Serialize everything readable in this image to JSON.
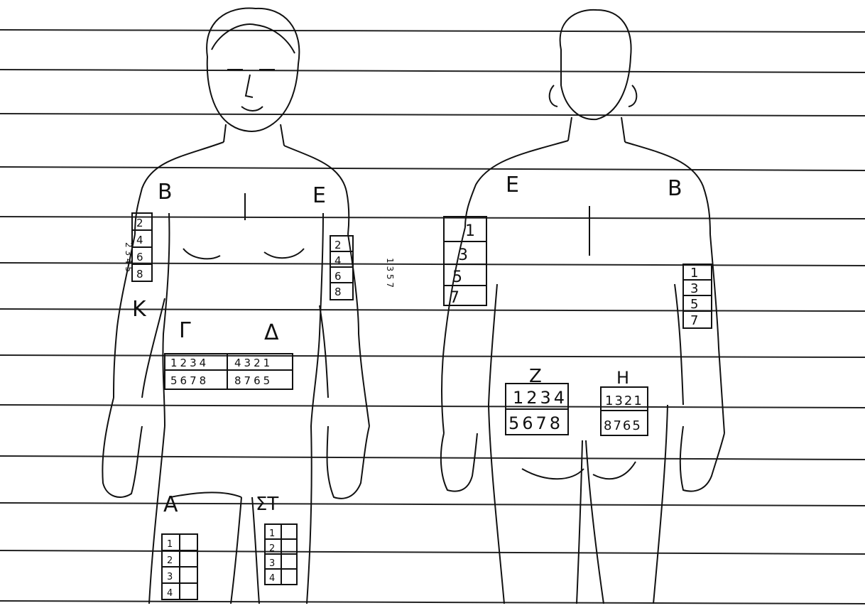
{
  "front": {
    "regions": {
      "right_shoulder": "B",
      "left_shoulder": "E",
      "abdomen_right": "Γ",
      "abdomen_left": "Δ",
      "right_thigh": "A",
      "left_thigh": "ΣΤ",
      "right_forearm": "K"
    },
    "right_arm_grid": {
      "cells": [
        "2",
        "4",
        "6",
        "8"
      ],
      "side_marks": "2 3 4 5"
    },
    "left_arm_grid": {
      "cells": [
        "2",
        "4",
        "6",
        "8"
      ],
      "side_marks": "1 3 5 7"
    },
    "abdomen_grid_right": {
      "top": "1234",
      "bottom": "5678"
    },
    "abdomen_grid_left": {
      "top": "4321",
      "bottom": "8765"
    },
    "thigh_grid_right": [
      "1",
      "2",
      "3",
      "4"
    ],
    "thigh_grid_left": [
      "1",
      "2",
      "3",
      "4"
    ]
  },
  "back": {
    "regions": {
      "left_shoulder": "E",
      "right_shoulder": "B",
      "buttock_left": "Z",
      "buttock_right": "H"
    },
    "left_arm_grid": [
      "1",
      "3",
      "5",
      "7"
    ],
    "right_arm_grid": [
      "1",
      "3",
      "5",
      "7"
    ],
    "buttock_grid_left": {
      "top": "1234",
      "bottom": "5678"
    },
    "buttock_grid_right": {
      "top": "1321",
      "bottom": "8765"
    }
  },
  "colors": {
    "ink": "#111111",
    "paper": "#ffffff",
    "rule": "#222222"
  }
}
